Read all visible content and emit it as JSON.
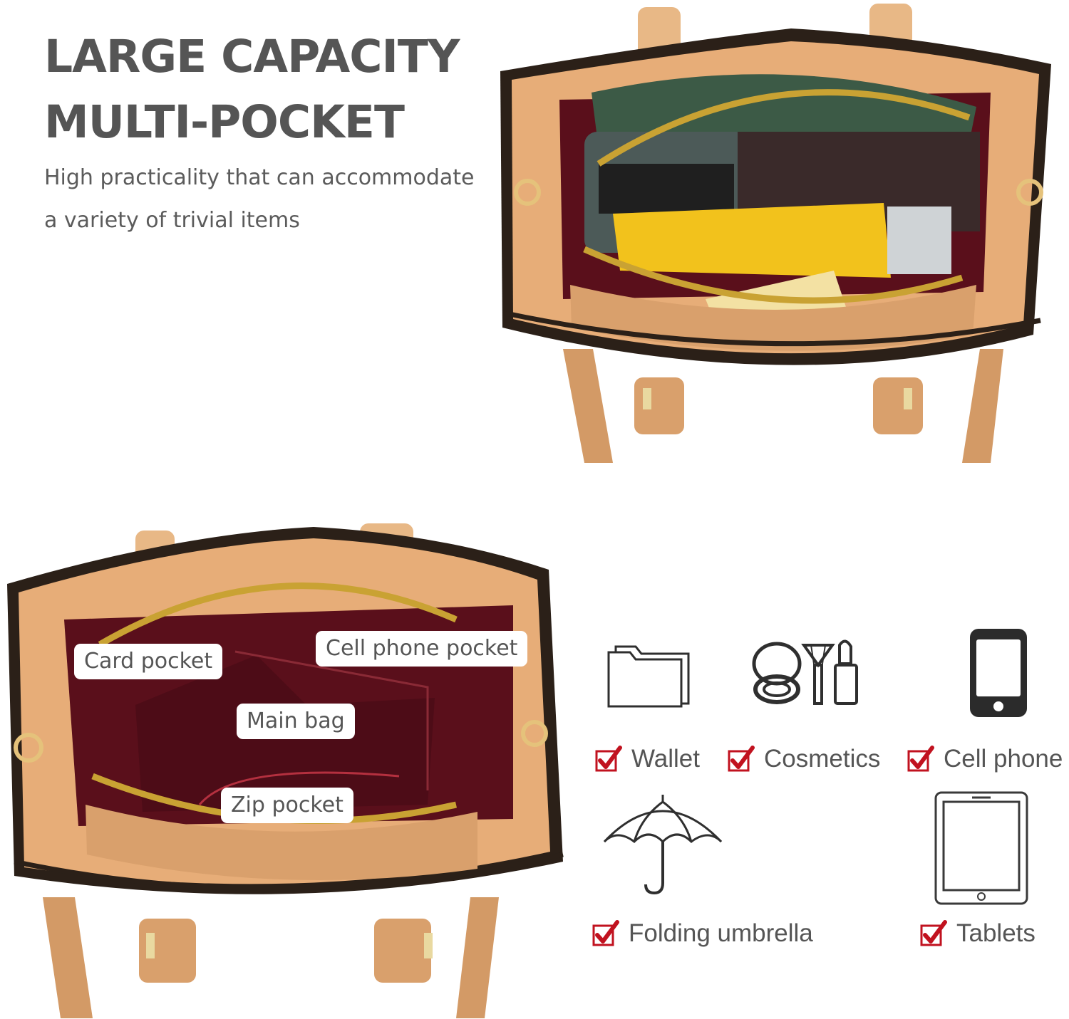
{
  "headline": {
    "line1": "LARGE CAPACITY",
    "line2": "MULTI-POCKET"
  },
  "subline": {
    "line1": "High practicality that can accommodate",
    "line2": "a variety of trivial items"
  },
  "callouts": {
    "card_pocket": "Card pocket",
    "cell_phone_pocket": "Cell phone pocket",
    "main_bag": "Main bag",
    "zip_pocket": "Zip pocket"
  },
  "items": [
    {
      "label": "Wallet",
      "icon": "folder-icon"
    },
    {
      "label": "Cosmetics",
      "icon": "cosmetics-icon"
    },
    {
      "label": "Cell phone",
      "icon": "cell-phone-icon"
    },
    {
      "label": "Folding umbrella",
      "icon": "umbrella-icon"
    },
    {
      "label": "Tablets",
      "icon": "tablet-icon"
    }
  ],
  "colors": {
    "headline": "#555555",
    "text": "#5b5b5b",
    "check": "#c1121f",
    "leather": "#d9a06c",
    "lining": "#5a0f1b",
    "trim": "#2b2018",
    "zipper": "#c9a233"
  }
}
